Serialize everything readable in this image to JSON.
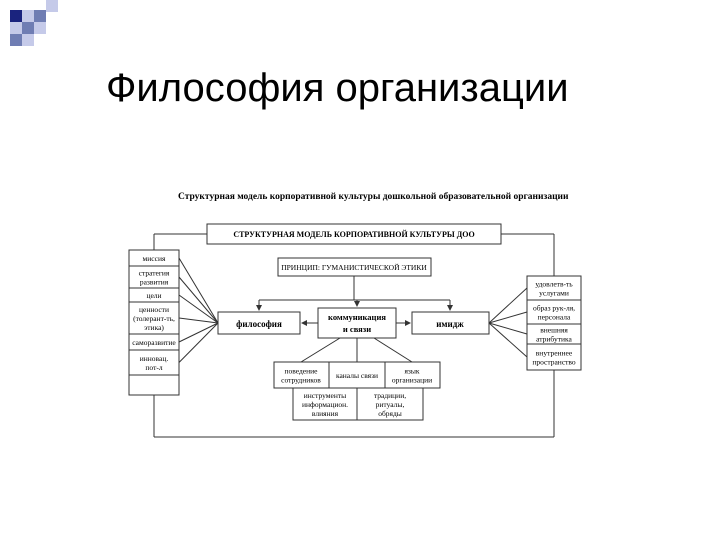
{
  "slide": {
    "title": "Философия организации"
  },
  "diagram": {
    "caption": "Структурная модель корпоративной культуры дошкольной образовательной организации",
    "header": "СТРУКТУРНАЯ МОДЕЛЬ КОРПОРАТИВНОЙ КУЛЬТУРЫ ДОО",
    "principle": "ПРИНЦИП: ГУМАНИСТИЧЕСКОЙ ЭТИКИ",
    "center": {
      "left": "философия",
      "middle": [
        "коммуникация",
        "и связи"
      ],
      "right": "имидж"
    },
    "left_items": [
      [
        "миссия"
      ],
      [
        "стратегия",
        "развития"
      ],
      [
        "цели"
      ],
      [
        "ценности",
        "(толерант-ть,",
        "этика)"
      ],
      [
        "саморазвитие"
      ],
      [
        "инновац.",
        "пот-л"
      ]
    ],
    "right_items": [
      [
        "удовлетв-ть",
        "услугами"
      ],
      [
        "образ рук-ля,",
        "персонала"
      ],
      [
        "внешняя",
        "атрибутика"
      ],
      [
        "внутреннее",
        "пространство"
      ]
    ],
    "comm_items": [
      [
        "поведение",
        "сотрудников"
      ],
      [
        "каналы связи"
      ],
      [
        "язык",
        "организации"
      ]
    ],
    "bottom_items": [
      [
        "инструменты",
        "информацион.",
        "влияния"
      ],
      [
        "традиции,",
        "ритуалы,",
        "обряды"
      ]
    ]
  },
  "colors": {
    "bullet_dark": "#1a237e",
    "bullet_mid": "#6f7db3",
    "bullet_light": "#c5cae9"
  }
}
